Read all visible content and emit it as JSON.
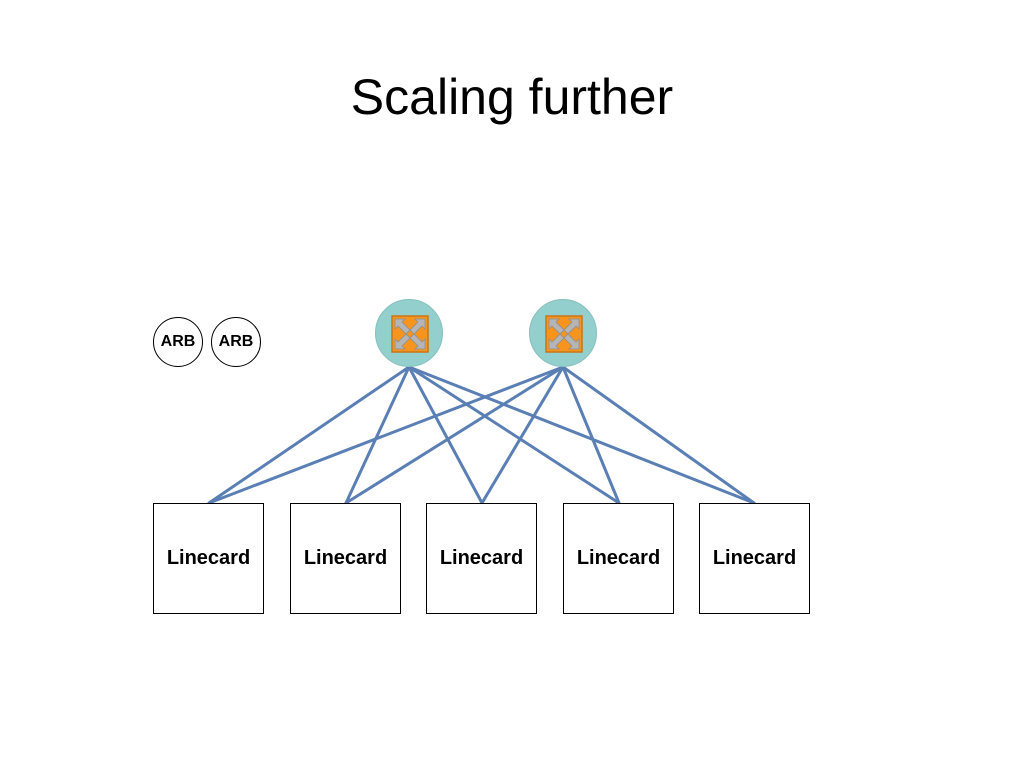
{
  "slide": {
    "title": "Scaling further"
  },
  "arbiters": [
    {
      "label": "ARB"
    },
    {
      "label": "ARB"
    }
  ],
  "switches": [
    {
      "icon": "crossbar-switch-icon"
    },
    {
      "icon": "crossbar-switch-icon"
    }
  ],
  "linecards": [
    {
      "label": "Linecard"
    },
    {
      "label": "Linecard"
    },
    {
      "label": "Linecard"
    },
    {
      "label": "Linecard"
    },
    {
      "label": "Linecard"
    }
  ],
  "colors": {
    "link": "#5a7fb5",
    "switch_circle": "#93cfcc",
    "switch_icon": "#f7941d"
  }
}
